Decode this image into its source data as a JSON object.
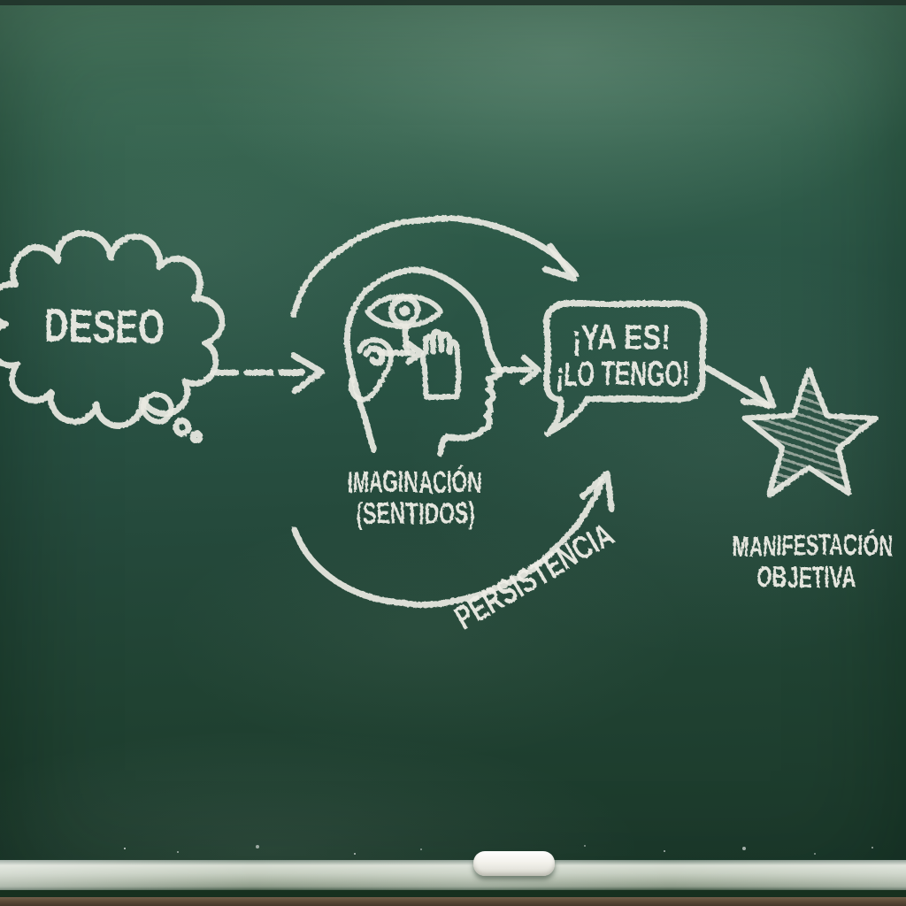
{
  "scene": {
    "type": "chalkboard manifestation diagram",
    "colors": {
      "board_green": "#2b5143",
      "chalk_white": "#eae9e2",
      "tray_dust": "#c4cdbf",
      "wood_frame": "#5d4a38"
    }
  },
  "diagram": {
    "cloud_label": "DESEO",
    "head_caption_line1": "IMAGINACIÓN",
    "head_caption_line2": "(SENTIDOS)",
    "bubble_line1": "¡YA ES!",
    "bubble_line2": "¡LO TENGO!",
    "loop_label": "PERSISTENCIA",
    "star_caption_line1": "MANIFESTACIÓN",
    "star_caption_line2": "OBJETIVA",
    "icons": [
      "thought-cloud",
      "third-eye",
      "ear",
      "hand",
      "head-profile",
      "speech-bubble",
      "star"
    ],
    "flow": [
      "DESEO → IMAGINACIÓN (SENTIDOS)",
      "IMAGINACIÓN → ¡YA ES! ¡LO TENGO!",
      "PERSISTENCIA loop back to affirmation",
      "¡YA ES! → MANIFESTACIÓN OBJETIVA"
    ]
  }
}
